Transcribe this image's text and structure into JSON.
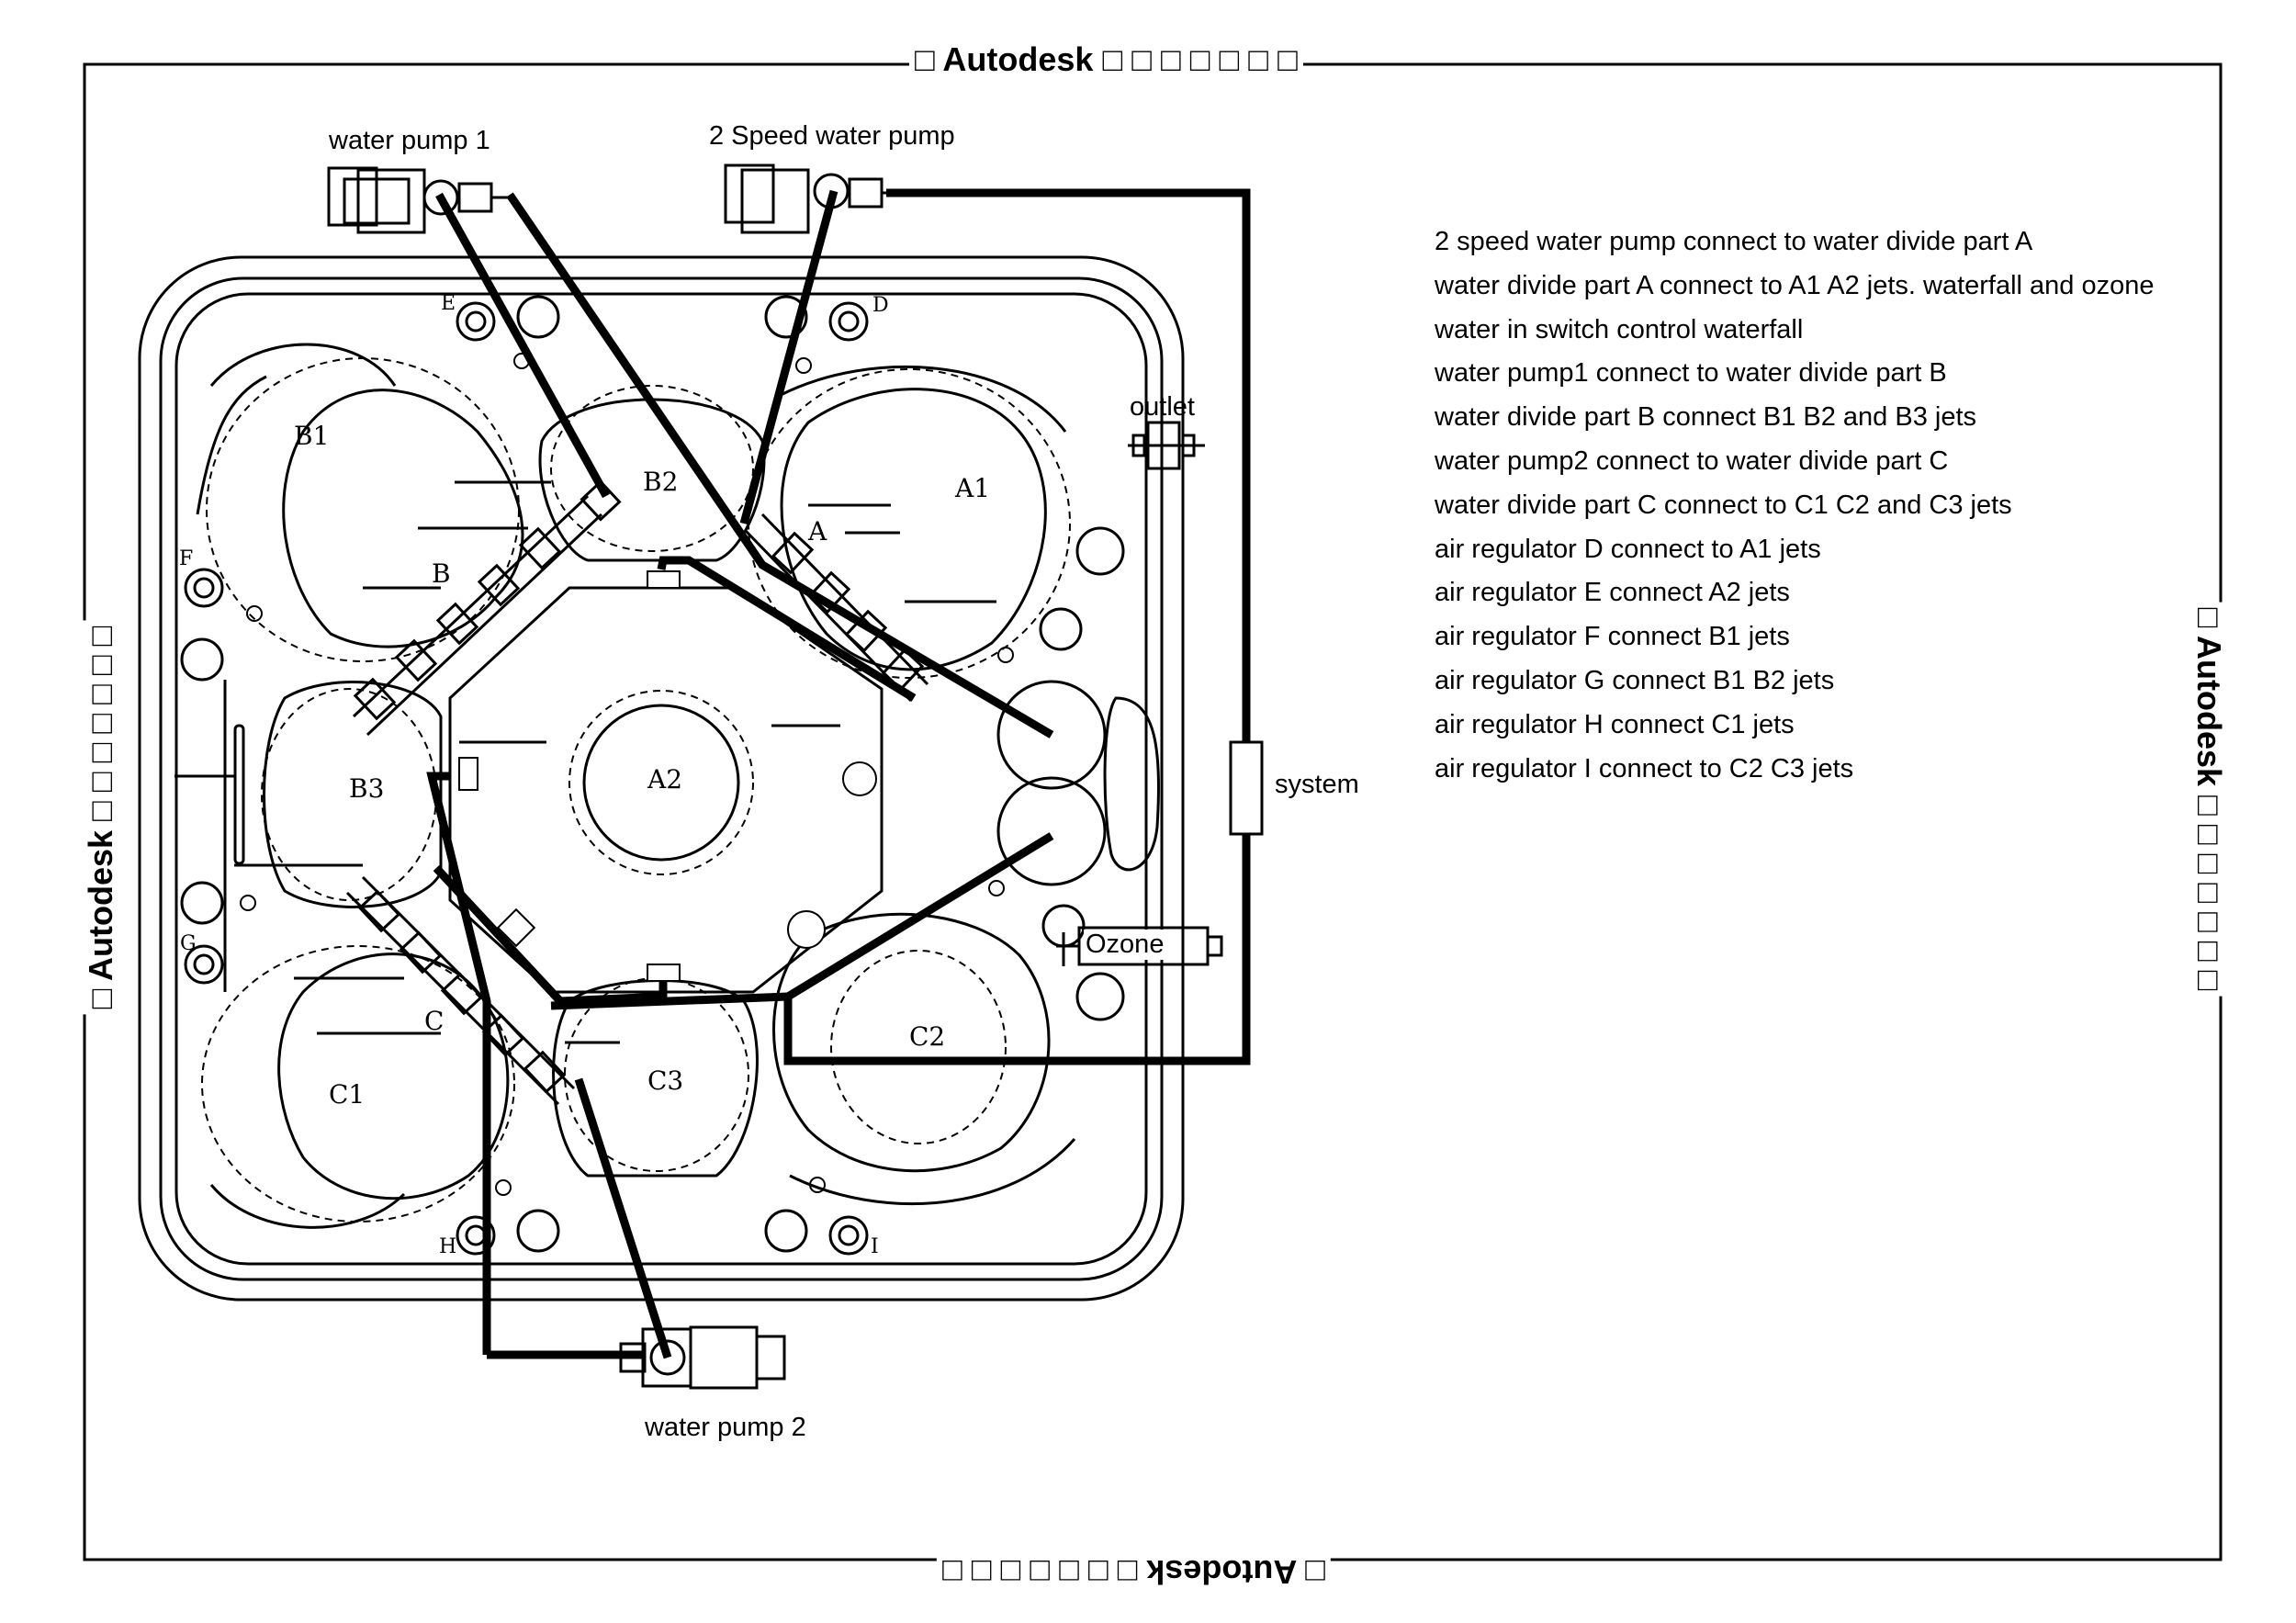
{
  "watermark": {
    "text": "Autodesk",
    "placeholder_glyph": "□"
  },
  "labels": {
    "water_pump_1": "water pump 1",
    "two_speed_pump": "2 Speed water pump",
    "water_pump_2": "water pump 2",
    "outlet": "outlet",
    "system": "system",
    "ozone": "Ozone"
  },
  "seats": {
    "a1": "A1",
    "a2": "A2",
    "b1": "B1",
    "b2": "B2",
    "b3": "B3",
    "c1": "C1",
    "c2": "C2",
    "c3": "C3"
  },
  "dividers": {
    "a": "A",
    "b": "B",
    "c": "C"
  },
  "regulators": {
    "d": "D",
    "e": "E",
    "f": "F",
    "g": "G",
    "h": "H",
    "i": "I"
  },
  "notes": [
    "2 speed water pump connect to water divide part A",
    "water divide part A connect to A1 A2 jets. waterfall and ozone",
    "water in switch control waterfall",
    "water pump1 connect to water divide part B",
    "water divide part B connect B1 B2 and B3 jets",
    "water pump2 connect to water divide part C",
    "water divide part C connect to C1 C2 and C3 jets",
    "air regulator D connect to A1 jets",
    "air regulator E connect A2 jets",
    "air regulator F connect B1 jets",
    "air regulator G connect B1 B2 jets",
    "air regulator H connect C1 jets",
    "air regulator I connect to C2 C3 jets"
  ]
}
